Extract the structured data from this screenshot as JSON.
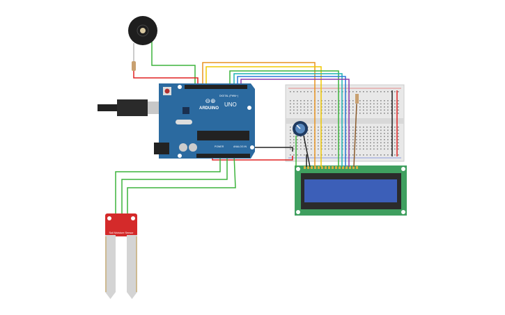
{
  "arduino": {
    "brand": "ARDUINO",
    "model": "UNO",
    "digital_label": "DIGITAL (PWM~)",
    "power_label": "POWER",
    "analog_label": "ANALOG IN",
    "color": "#2b6aa0"
  },
  "sensor": {
    "label": "Soil Moisture Sensor",
    "color": "#d42a2a"
  },
  "lcd": {
    "board_color": "#3f9f5f",
    "screen_color": "#3c5fb8"
  },
  "wire_colors": {
    "red": "#e02020",
    "green": "#3cb43c",
    "orange": "#e8921e",
    "yellow": "#f0c800",
    "teal": "#1cb4b4",
    "blue": "#2878d8",
    "purple": "#8a38a8",
    "black": "#222222"
  }
}
